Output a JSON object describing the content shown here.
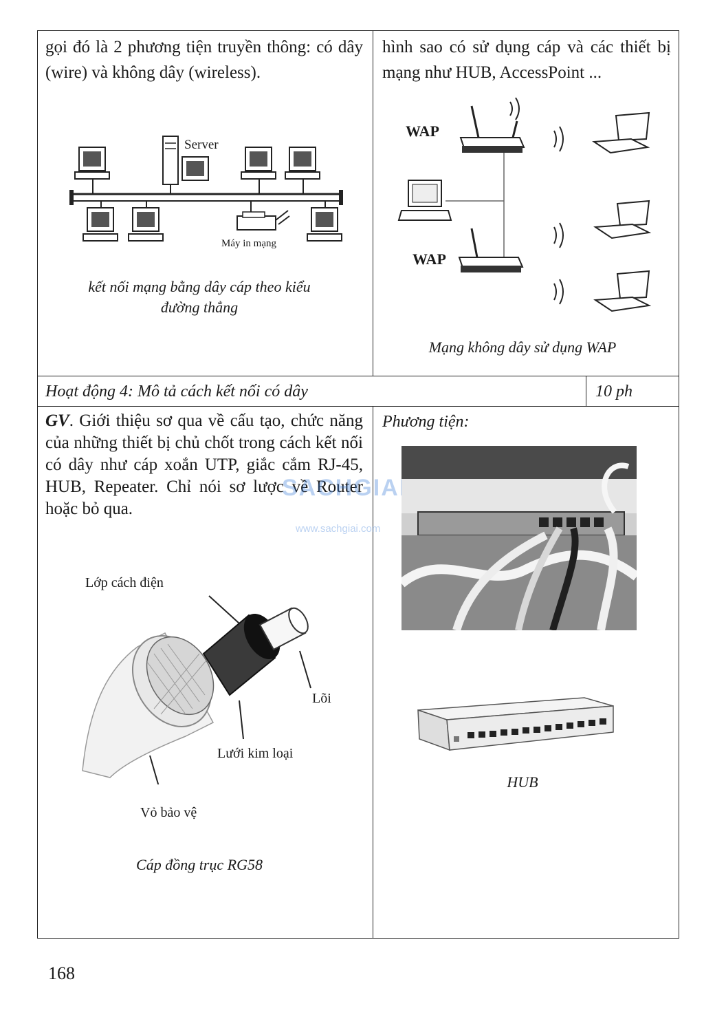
{
  "top_left_text": "gọi đó là 2 phương tiện truyền thông: có dây (wire) và không dây (wireless).",
  "top_right_text": "hình sao có sử dụng cáp và các thiết bị mạng như HUB, AccessPoint ...",
  "bus_figure": {
    "server_label": "Server",
    "printer_label": "Máy in mạng",
    "caption": "kết nối mạng bằng dây cáp theo kiểu đường thẳng"
  },
  "wireless_figure": {
    "wap_label_1": "WAP",
    "wap_label_2": "WAP",
    "caption": "Mạng không dây sử dụng WAP"
  },
  "activity": {
    "title": "Hoạt động 4: Mô tả cách kết nối có dây",
    "duration": "10 ph"
  },
  "teacher": {
    "prefix": "GV",
    "text": ". Giới thiệu sơ qua về cấu tạo, chức năng của những thiết bị chủ chốt trong cách kết nối có dây như cáp xoắn UTP, giắc cắm RJ-45, HUB, Repeater. Chỉ nói sơ lược về Router hoặc bỏ qua."
  },
  "coax_figure": {
    "label_insulation": "Lớp cách điện",
    "label_core": "Lõi",
    "label_mesh": "Lưới kim loại",
    "label_jacket": "Vỏ bảo vệ",
    "caption": "Cáp đồng trục RG58"
  },
  "means": {
    "heading": "Phương tiện:",
    "hub_caption": "HUB"
  },
  "watermark": {
    "brand": "SACHGIAI",
    "url": "www.sachgiai.com"
  },
  "page_number": "168"
}
